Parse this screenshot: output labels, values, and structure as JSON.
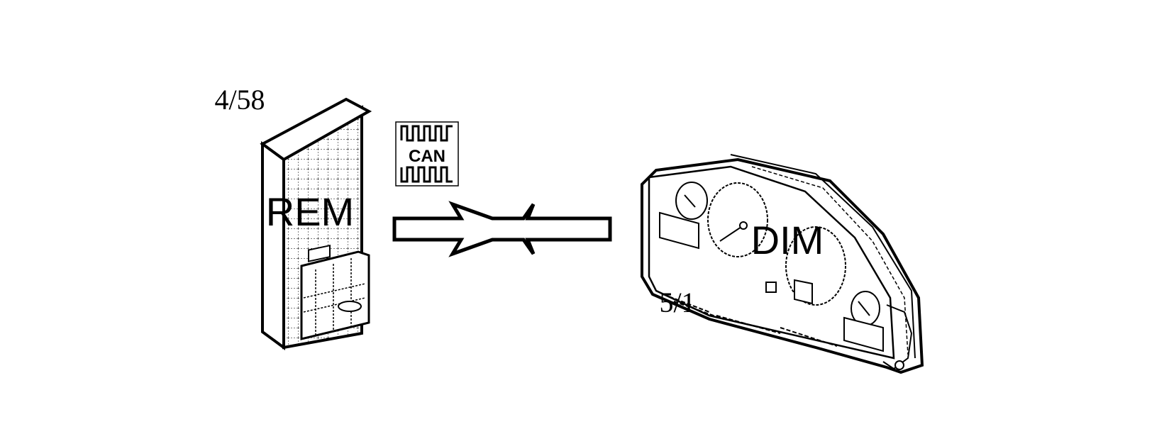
{
  "modules": {
    "rem": {
      "code": "4/58",
      "label": "REM"
    },
    "dim": {
      "code": "5/1",
      "label": "DIM"
    }
  },
  "bus": {
    "symbol_text": "CAN"
  },
  "colors": {
    "line": "#000000",
    "background": "#ffffff"
  }
}
